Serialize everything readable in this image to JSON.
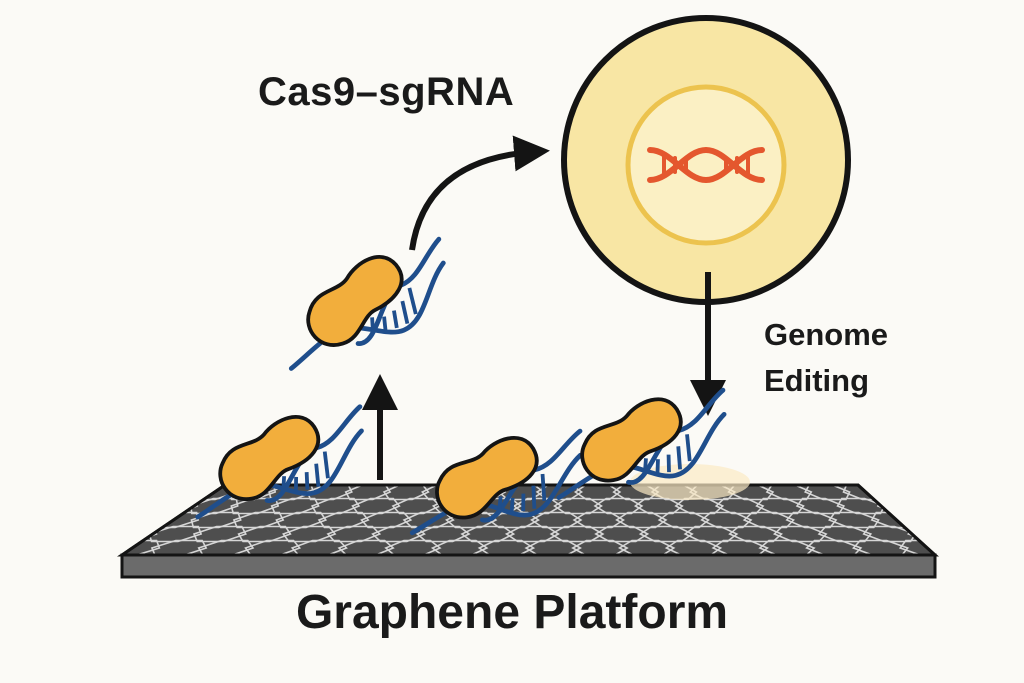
{
  "labels": {
    "complex": "Cas9–sgRNA",
    "process_line1": "Genome",
    "process_line2": "Editing",
    "platform": "Graphene Platform"
  },
  "colors": {
    "background": "#fbfaf6",
    "protein": "#f2ae3c",
    "dna_strand": "#1f4e8c",
    "cell_outer": "#f8e6a4",
    "cell_inner": "#fbf0c4",
    "nucleus_dna": "#e4572e",
    "graphene": "#4e4e4e",
    "outline": "#141414"
  },
  "icons": {
    "complex": "cas9-sgrna-complex-icon",
    "cell": "cell-icon",
    "dna": "dna-double-helix-icon",
    "sheet": "graphene-sheet-icon"
  }
}
